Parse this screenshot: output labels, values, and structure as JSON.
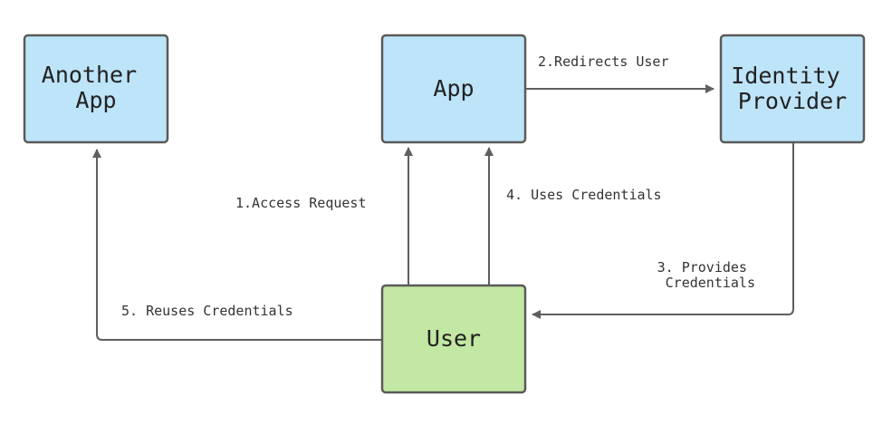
{
  "colors": {
    "app_node_fill": "#bde4f8",
    "user_node_fill": "#c2e8a3",
    "border": "#5a5a5a",
    "edge": "#5f5f5f"
  },
  "nodes": {
    "another_app": {
      "line1": "Another",
      "line2": "App"
    },
    "app": {
      "label": "App"
    },
    "identity_provider": {
      "line1": "Identity",
      "line2": "Provider"
    },
    "user": {
      "label": "User"
    }
  },
  "edges": {
    "access_request": "1.Access Request",
    "redirects_user": "2.Redirects User",
    "provides_credentials": {
      "line1": "3. Provides",
      "line2": "Credentials"
    },
    "uses_credentials": "4. Uses Credentials",
    "reuses_credentials": "5. Reuses Credentials"
  }
}
